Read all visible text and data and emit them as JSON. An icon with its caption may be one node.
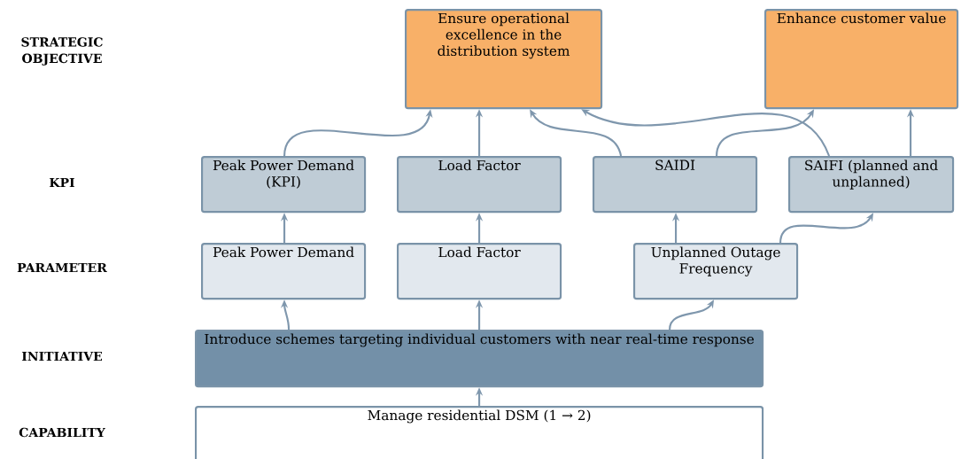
{
  "diagram": {
    "nodes": [
      {
        "text": [
          "Ensure operational excellence in the distribution system"
        ]
      },
      {
        "text": [
          "Enhance customer value"
        ]
      },
      {
        "text": [
          "Peak Power Demand (KPI)"
        ]
      },
      {
        "text": [
          "Load Factor"
        ]
      },
      {
        "text": [
          "SAIDI"
        ]
      },
      {
        "text": [
          "SAIFI (planned and unplanned)"
        ]
      },
      {
        "text": [
          "Peak Power Demand"
        ]
      },
      {
        "text": [
          "Load Factor"
        ]
      },
      {
        "text": [
          "Unplanned Outage Frequency"
        ]
      },
      {
        "text": [
          "Introduce schemes targeting individual customers with near real-time response"
        ]
      },
      {
        "text": [
          "Manage residential DSM (1 → 2)"
        ]
      }
    ],
    "edges": [
      {
        "from": 2,
        "to": 0,
        "arrow": "to"
      },
      {
        "from": 3,
        "to": 0,
        "arrow": "to"
      },
      {
        "from": 4,
        "to": 0,
        "arrow": "to"
      },
      {
        "from": 5,
        "to": 0,
        "arrow": "to"
      },
      {
        "from": 4,
        "to": 1,
        "arrow": "to"
      },
      {
        "from": 5,
        "to": 1,
        "arrow": "to"
      },
      {
        "from": 6,
        "to": 2,
        "arrow": "to"
      },
      {
        "from": 7,
        "to": 3,
        "arrow": "to"
      },
      {
        "from": 8,
        "to": 4,
        "arrow": "to"
      },
      {
        "from": 8,
        "to": 5,
        "arrow": "to"
      },
      {
        "from": 9,
        "to": 6,
        "arrow": "to"
      },
      {
        "from": 9,
        "to": 7,
        "arrow": "to"
      },
      {
        "from": 9,
        "to": 8,
        "arrow": "to"
      },
      {
        "from": 10,
        "to": 9,
        "arrow": "to"
      }
    ],
    "labels": [
      "STRATEGIC OBJECTIVE",
      "KPI",
      "PARAMETER",
      "INITIATIVE",
      "CAPABILITY"
    ]
  }
}
